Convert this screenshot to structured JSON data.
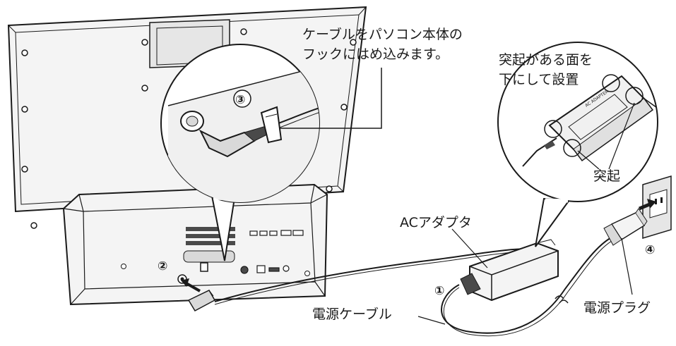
{
  "labels": {
    "cable_hook_line1": "ケーブルをパソコン本体の",
    "cable_hook_line2": "フックにはめ込みます。",
    "protrusion_line1": "突起がある面を",
    "protrusion_line2": "下にして設置",
    "protrusion": "突起",
    "ac_adapter": "ACアダプタ",
    "power_cable": "電源ケーブル",
    "power_plug": "電源プラグ",
    "adapter_print": "AC ADAPTER"
  },
  "steps": {
    "step1": "①",
    "step2": "②",
    "step3": "③",
    "step4": "④"
  },
  "colors": {
    "line": "#1a1a1a",
    "fill_light": "#f4f4f4",
    "fill_mid": "#d9d9d9",
    "fill_dark": "#4a4a4a",
    "background": "#ffffff"
  }
}
